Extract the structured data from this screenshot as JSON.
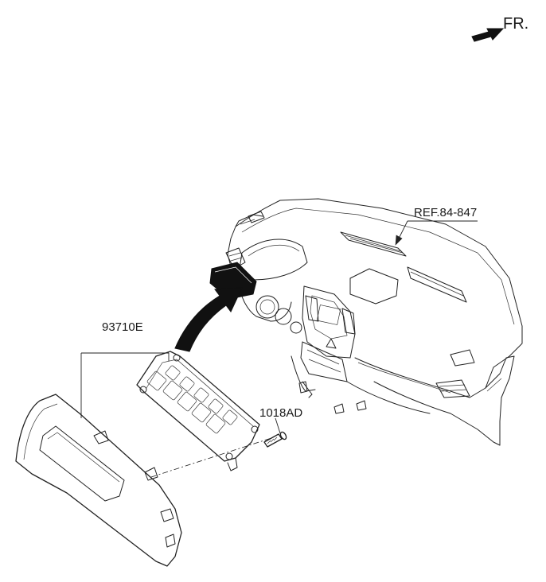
{
  "orientation": {
    "label": "FR.",
    "arrow_icon": "forward-arrow-icon"
  },
  "parts": {
    "crash_pad_ref": "REF.84-847",
    "switch_assembly": "93710E",
    "screw": "1018AD"
  },
  "colors": {
    "line": "#222222",
    "background": "#ffffff",
    "fill_dark": "#111111"
  }
}
